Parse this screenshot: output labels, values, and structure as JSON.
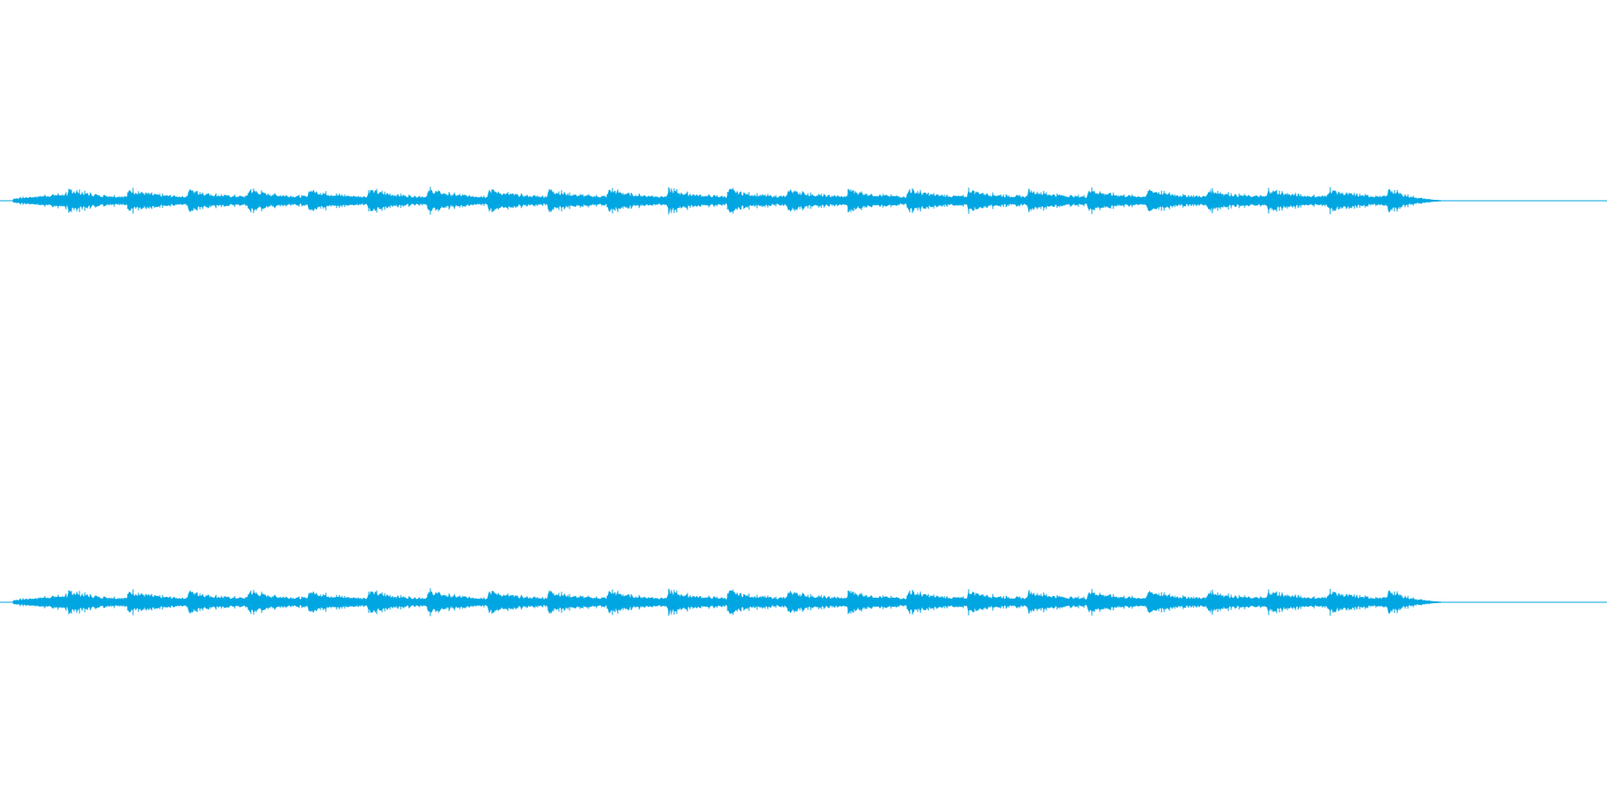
{
  "waveform": {
    "channel_count": 2,
    "color": "#00a6e2",
    "background": "#ffffff",
    "segment_count": 23,
    "audio_end_fraction": 0.9
  }
}
